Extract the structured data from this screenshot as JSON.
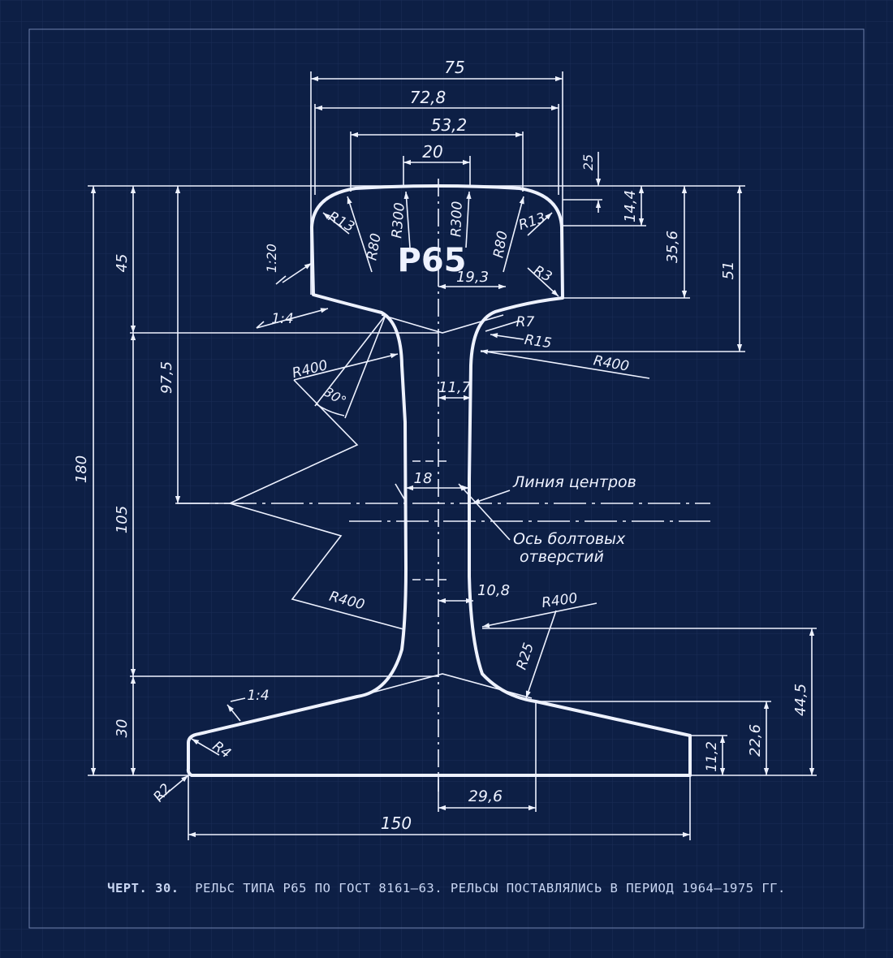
{
  "colors": {
    "background": "#0d1f45",
    "grid": "#1a2d58",
    "ink": "#eef2ff",
    "caption": "#c9d6f2"
  },
  "drawing": {
    "rail_label": "Р65",
    "dimensions": {
      "d75": "75",
      "d72_8": "72,8",
      "d53_2": "53,2",
      "d20": "20",
      "d25": "25",
      "d14_4": "14,4",
      "d35_6": "35,6",
      "d51": "51",
      "d45": "45",
      "d97_5": "97,5",
      "d180": "180",
      "d105": "105",
      "d30": "30",
      "d19_3": "19,3",
      "d11_7": "11,7",
      "d18": "18",
      "d10_8": "10,8",
      "d29_6": "29,6",
      "d150": "150",
      "d22_6": "22,6",
      "d11_2": "11,2",
      "d44_5": "44,5"
    },
    "radii": {
      "r13_left": "R13",
      "r13_right": "R13",
      "r80_left": "R80",
      "r80_right": "R80",
      "r300_left": "R300",
      "r300_right": "R300",
      "r3": "R3",
      "r7": "R7",
      "r15": "R15",
      "r400_upper_left": "R400",
      "r400_upper_right": "R400",
      "r400_lower_left": "R400",
      "r400_lower_right": "R400",
      "r25": "R25",
      "r4": "R4",
      "r2": "R2"
    },
    "slopes": {
      "s1_20": "1:20",
      "s1_4_upper": "1:4",
      "s1_4_lower": "1:4"
    },
    "angle_30": "30°",
    "centers_line": "Линия центров",
    "bolt_axis_line1": "Ось болтовых",
    "bolt_axis_line2": "отверстий"
  },
  "caption": {
    "figure": "ЧЕРТ. 30.",
    "text": "РЕЛЬС ТИПА Р65 ПО ГОСТ 8161—63. РЕЛЬСЫ ПОСТАВЛЯЛИСЬ В ПЕРИОД 1964—1975 ГГ."
  }
}
